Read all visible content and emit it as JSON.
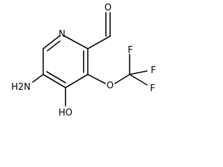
{
  "diagram": {
    "type": "chemical-structure",
    "atom_labels": {
      "ring_nitrogen": "N",
      "aldehyde_oxygen": "O",
      "ether_oxygen": "O",
      "fluorine_top": "F",
      "fluorine_right": "F",
      "fluorine_bottom": "F",
      "amino_group": "H2N",
      "hydroxyl_group": "HO"
    },
    "colors": {
      "bond": "#000000",
      "label": "#000000",
      "background": "#ffffff"
    }
  }
}
